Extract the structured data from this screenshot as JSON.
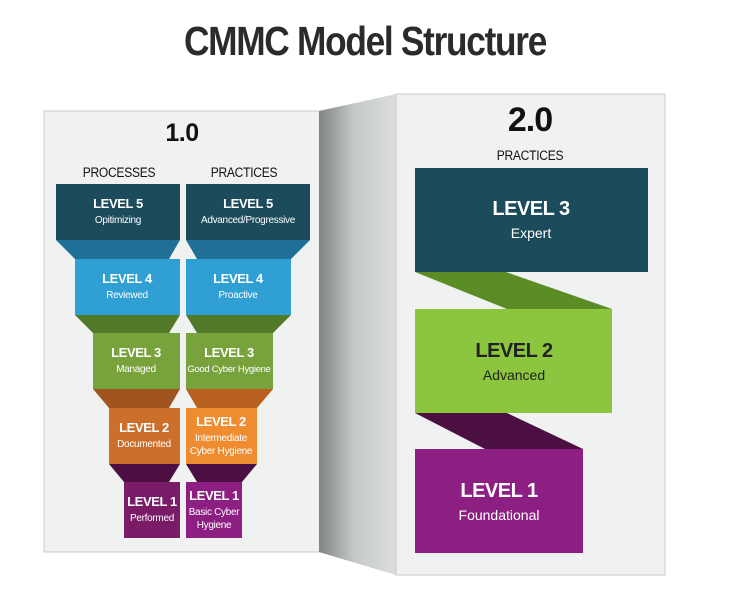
{
  "title": "CMMC Model Structure",
  "v1": {
    "version": "1.0",
    "processes_header": "PROCESSES",
    "practices_header": "PRACTICES",
    "processes": [
      {
        "level": "LEVEL 5",
        "name": "Opitimizing",
        "color": "#1c4b5c"
      },
      {
        "level": "LEVEL 4",
        "name": "Reviewed",
        "color": "#2f9fd4"
      },
      {
        "level": "LEVEL 3",
        "name": "Managed",
        "color": "#77a23c"
      },
      {
        "level": "LEVEL 2",
        "name": "Documented",
        "color": "#cc6f2b"
      },
      {
        "level": "LEVEL 1",
        "name": "Performed",
        "color": "#7a1b68"
      }
    ],
    "practices": [
      {
        "level": "LEVEL 5",
        "name": "Advanced/Progressive",
        "color": "#1c4b5c"
      },
      {
        "level": "LEVEL 4",
        "name": "Proactive",
        "color": "#2f9fd4"
      },
      {
        "level": "LEVEL 3",
        "name": "Good Cyber Hygiene",
        "color": "#77a23c"
      },
      {
        "level": "LEVEL 2",
        "name_line1": "Intermediate",
        "name_line2": "Cyber Hygiene",
        "color": "#ee8c2f"
      },
      {
        "level": "LEVEL 1",
        "name_line1": "Basic Cyber",
        "name_line2": "Hygiene",
        "color": "#8e1f82"
      }
    ]
  },
  "v2": {
    "version": "2.0",
    "practices_header": "PRACTICES",
    "levels": [
      {
        "level": "LEVEL 3",
        "name": "Expert",
        "color": "#1c4b5c"
      },
      {
        "level": "LEVEL 2",
        "name": "Advanced",
        "color": "#8cc63f"
      },
      {
        "level": "LEVEL 1",
        "name": "Foundational",
        "color": "#8e1f82"
      }
    ]
  },
  "colors": {
    "panel": "#f0f1f1",
    "panel_border": "#c9cbcb",
    "fold": "#b8bcbc",
    "level_text": "#ffffff",
    "header_text": "#111111"
  }
}
